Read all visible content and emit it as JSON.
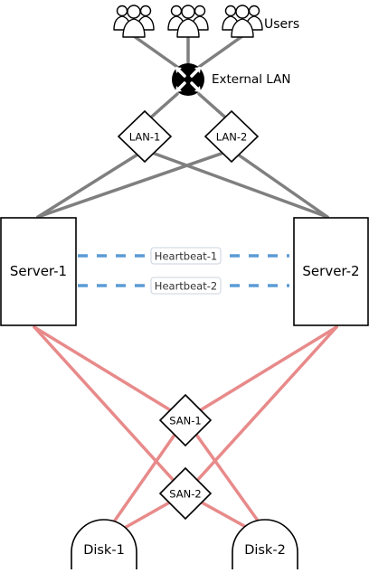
{
  "labels": {
    "users": "Users",
    "external_lan": "External LAN",
    "lan1": "LAN-1",
    "lan2": "LAN-2",
    "server1": "Server-1",
    "server2": "Server-2",
    "heartbeat1": "Heartbeat-1",
    "heartbeat2": "Heartbeat-2",
    "san1": "SAN-1",
    "san2": "SAN-2",
    "disk1": "Disk-1",
    "disk2": "Disk-2"
  },
  "colors": {
    "lan_link": "#7f7f7f",
    "san_link": "#e88a8a",
    "heartbeat_link": "#5b9bd5",
    "outline": "#000000"
  },
  "icons": [
    "users-icon",
    "external-lan-icon"
  ]
}
